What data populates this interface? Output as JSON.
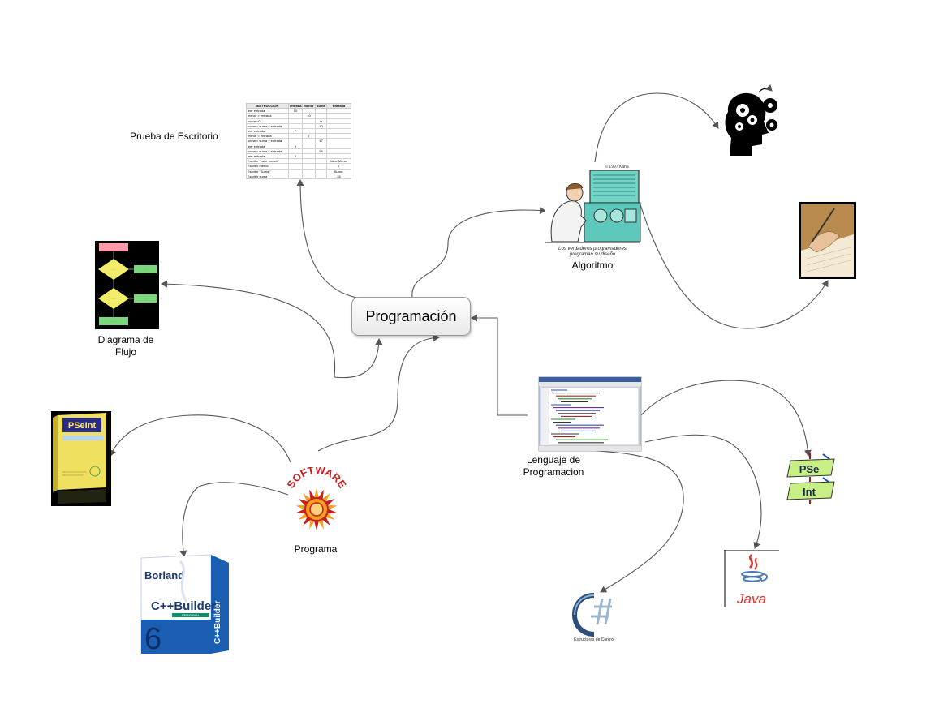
{
  "central": {
    "label": "Programación"
  },
  "nodes": {
    "prueba": {
      "label": "Prueba de Escritorio"
    },
    "diagrama": {
      "label_line1": "Diagrama de",
      "label_line2": "Flujo"
    },
    "algoritmo": {
      "label": "Algoritmo"
    },
    "lenguaje": {
      "label_line1": "Lenguaje de",
      "label_line2": "Programacion"
    },
    "programa": {
      "label": "Programa"
    }
  },
  "images": {
    "desk_table": {
      "headers": [
        "INSTRUCCIÓN",
        "entrada",
        "menor",
        "suma",
        "Pantalla"
      ],
      "rows": [
        [
          "leer entrada",
          "10",
          "",
          "",
          ""
        ],
        [
          "menor = entrada",
          "",
          "10",
          "",
          ""
        ],
        [
          "suma =0",
          "",
          "",
          "0",
          ""
        ],
        [
          "suma = suma + entrada",
          "",
          "",
          "10",
          ""
        ],
        [
          "leer entrada",
          "7",
          "",
          "",
          ""
        ],
        [
          "menor = entrada",
          "",
          "7",
          "",
          ""
        ],
        [
          "suma = suma + entrada",
          "",
          "",
          "17",
          ""
        ],
        [
          "leer entrada",
          "9",
          "",
          "",
          ""
        ],
        [
          "suma = suma + entrada",
          "",
          "",
          "26",
          ""
        ],
        [
          "leer entrada",
          "0",
          "",
          "",
          ""
        ],
        [
          "Escribir \"valor menor\"",
          "",
          "",
          "",
          "Valor Menor"
        ],
        [
          "Escribir menor",
          "",
          "",
          "",
          "7"
        ],
        [
          "Escribir \"Suma:\"",
          "",
          "",
          "",
          "Suma:"
        ],
        [
          "Escribir suma",
          "",
          "",
          "",
          "26"
        ]
      ]
    },
    "cartoon_caption_line1": "Los verdaderos programadores",
    "cartoon_caption_line2": "programan su diseño",
    "cartoon_copyright": "© 1997 Kana",
    "pseint_box_title": "PSeInt",
    "pseint_logo": [
      "PSe",
      "Int"
    ],
    "java_logo": "Java",
    "estructuras_caption": "Estructuras de Control",
    "software_badge": "SOFTWARE",
    "borland": {
      "brand": "Borland",
      "product": "C++Builder",
      "version": "6",
      "edition": "PERSONAL",
      "spine": "C++Builder"
    }
  },
  "colors": {
    "connector": "#555555",
    "flow_bg": "#000000",
    "flow_start": "#ff9aa8",
    "flow_decision": "#f2ee6a",
    "flow_process": "#7cd67c",
    "pseint_box": "#f0e060",
    "borland_blue": "#1a5fb4",
    "java_red": "#e2312b",
    "java_blue": "#4a78b0",
    "software_red": "#c81e1e",
    "software_orange": "#f5a020",
    "cartoon_screen": "#6fd3c6"
  }
}
